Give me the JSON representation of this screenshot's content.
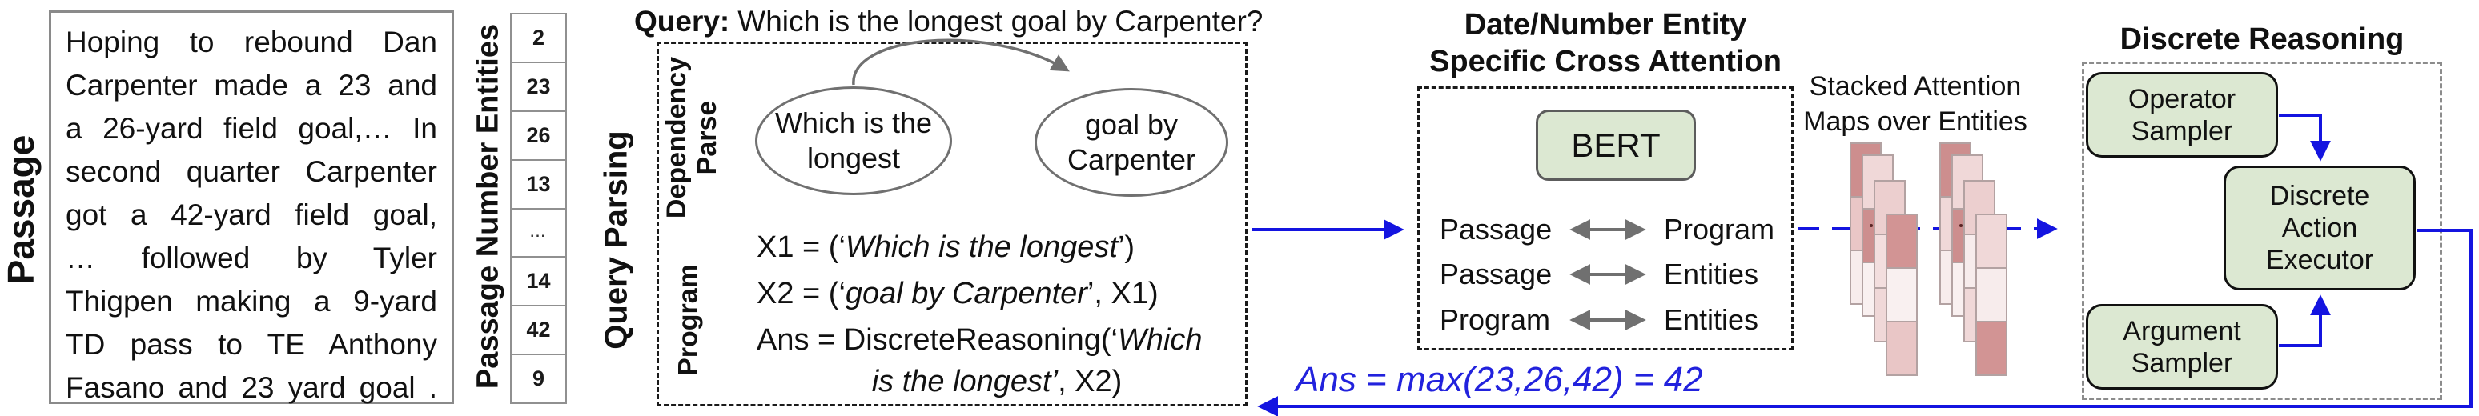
{
  "passage": {
    "label": "Passage",
    "lines": [
      "Hoping to rebound Dan",
      "Carpenter made a 23 and",
      "a 26-yard field goal,… In",
      "second quarter Carpenter",
      "got a 42-yard field goal,",
      "… followed by Tyler",
      "Thigpen making a 9-yard",
      "TD pass to TE Anthony",
      "Fasano and 23 yard goal ."
    ]
  },
  "entities": {
    "label": "Passage Number Entities",
    "values": [
      "2",
      "23",
      "26",
      "13",
      "...",
      "14",
      "42",
      "9"
    ]
  },
  "query": {
    "prefix": "Query:",
    "text": "Which is the longest goal by Carpenter?"
  },
  "query_parsing": {
    "label": "Query Parsing",
    "dependency_label": "Dependency\nParse",
    "node1": "Which is the\nlongest",
    "node2": "goal by\nCarpenter",
    "program_label": "Program",
    "program": [
      {
        "pre": "X1 = (‘",
        "it": "Which is the longest",
        "post": "’)"
      },
      {
        "pre": "X2 = (‘",
        "it": "goal by Carpenter",
        "post": "’, X1)"
      },
      {
        "pre": "Ans = DiscreteReasoning(‘",
        "it": "Which",
        "post": ""
      },
      {
        "pre": "",
        "it": "is the longest’",
        "post": ", X2)"
      }
    ]
  },
  "cross_attention": {
    "title": "Date/Number Entity\nSpecific Cross Attention",
    "bert": "BERT",
    "pairs": [
      {
        "left": "Passage",
        "right": "Program"
      },
      {
        "left": "Passage",
        "right": "Entities"
      },
      {
        "left": "Program",
        "right": "Entities"
      }
    ]
  },
  "stacked_maps": {
    "title": "Stacked Attention\nMaps over Entities",
    "cell_colors": {
      "stack1": [
        [
          "#cd8e8e",
          "#e9c6c6",
          "#f7ecec"
        ],
        [
          "#f0d8d8",
          "#cd8e8e",
          "#f9f0f0"
        ],
        [
          "#eccfcf",
          "#f3dede",
          "#f0d8d8"
        ],
        [
          "#d29494",
          "#f9f0f0",
          "#e9c6c6"
        ]
      ],
      "stack2": [
        [
          "#cd8e8e",
          "#f0d8d8",
          "#f7ecec"
        ],
        [
          "#f0d8d8",
          "#cd8e8e",
          "#f9f0f0"
        ],
        [
          "#eccfcf",
          "#f7ecec",
          "#f0d8d8"
        ],
        [
          "#f0d8d8",
          "#f7ecec",
          "#d29494"
        ]
      ]
    }
  },
  "discrete_reasoning": {
    "title": "Discrete Reasoning",
    "operator_sampler": "Operator\nSampler",
    "action_executor": "Discrete\nAction\nExecutor",
    "argument_sampler": "Argument\nSampler"
  },
  "answer": {
    "text": "Ans = max(23,26,42) = 42"
  },
  "colors": {
    "accent_blue": "#1414e0",
    "answer_blue": "#2222dd",
    "arrow_gray": "#707070",
    "box_green": "#dce8d2",
    "heat_dark": "#cd8e8e"
  }
}
